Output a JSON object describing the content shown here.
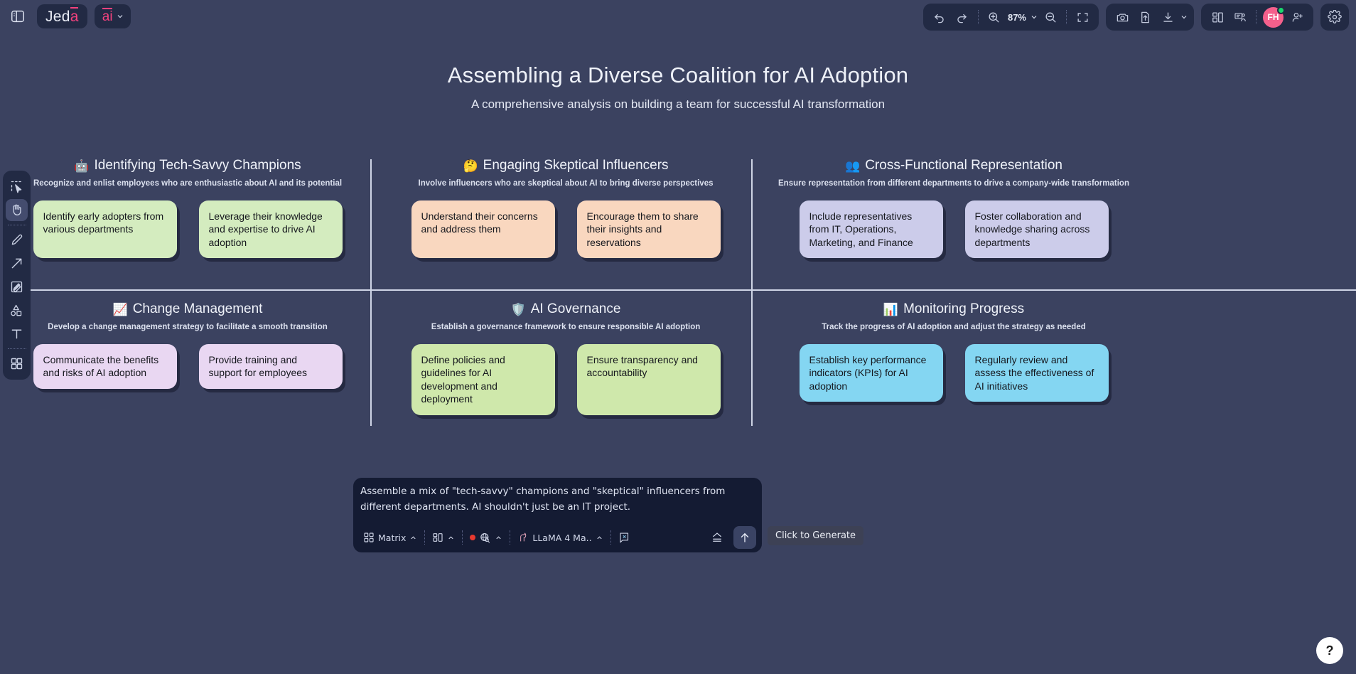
{
  "app": {
    "logo_prefix": "Jed",
    "logo_accent": "a",
    "ai_label": "ai"
  },
  "toolbar": {
    "undo": "undo-icon",
    "redo": "redo-icon",
    "zoom_in": "zoom-in-icon",
    "zoom_level": "87%",
    "zoom_out": "zoom-out-icon",
    "fit_screen": "fit-screen-icon",
    "camera": "camera-icon",
    "upload": "upload-file-icon",
    "download": "download-icon",
    "layout": "layout-icon",
    "present": "presentation-icon",
    "avatar_initials": "FH",
    "add_user": "add-user-icon",
    "settings": "gear-icon",
    "panel_toggle": "panel-toggle-icon"
  },
  "tools": [
    {
      "name": "select-tool",
      "active": false
    },
    {
      "name": "hand-tool",
      "active": true
    },
    {
      "name": "pen-tool",
      "active": false
    },
    {
      "name": "arrow-tool",
      "active": false
    },
    {
      "name": "sticky-note-tool",
      "active": false
    },
    {
      "name": "shapes-tool",
      "active": false
    },
    {
      "name": "text-tool",
      "active": false
    },
    {
      "name": "apps-tool",
      "active": false
    }
  ],
  "board": {
    "title": "Assembling a Diverse Coalition for AI Adoption",
    "subtitle": "A comprehensive analysis on building a team for successful AI transformation",
    "quadrants": [
      {
        "emoji": "🤖",
        "emoji_name": "robot-emoji",
        "title": "Identifying Tech-Savvy Champions",
        "subtitle": "Recognize and enlist employees who are enthusiastic about AI and its potential",
        "card_color": "#d4ecbf",
        "cards": [
          "Identify early adopters from various departments",
          "Leverage their knowledge and expertise to drive AI adoption"
        ]
      },
      {
        "emoji": "🤔",
        "emoji_name": "thinking-face-emoji",
        "title": "Engaging Skeptical Influencers",
        "subtitle": "Involve influencers who are skeptical about AI to bring diverse perspectives",
        "card_color": "#f9d7bf",
        "cards": [
          "Understand their concerns and address them",
          "Encourage them to share their insights and reservations"
        ]
      },
      {
        "emoji": "👥",
        "emoji_name": "people-emoji",
        "title": "Cross-Functional Representation",
        "subtitle": "Ensure representation from different departments to drive a company-wide transformation",
        "card_color": "#ccccea",
        "cards": [
          "Include representatives from IT, Operations, Marketing, and Finance",
          "Foster collaboration and knowledge sharing across departments"
        ]
      },
      {
        "emoji": "📈",
        "emoji_name": "chart-increasing-emoji",
        "title": "Change Management",
        "subtitle": "Develop a change management strategy to facilitate a smooth transition",
        "card_color": "#e9d7f2",
        "cards": [
          "Communicate the benefits and risks of AI adoption",
          "Provide training and support for employees"
        ]
      },
      {
        "emoji": "🛡️",
        "emoji_name": "shield-emoji",
        "title": "AI Governance",
        "subtitle": "Establish a governance framework to ensure responsible AI adoption",
        "card_color": "#cfe8ab",
        "cards": [
          "Define policies and guidelines for AI development and deployment",
          "Ensure transparency and accountability"
        ]
      },
      {
        "emoji": "📊",
        "emoji_name": "bar-chart-emoji",
        "title": "Monitoring Progress",
        "subtitle": "Track the progress of AI adoption and adjust the strategy as needed",
        "card_color": "#84d6f2",
        "cards": [
          "Establish key performance indicators (KPIs) for AI adoption",
          "Regularly review and assess the effectiveness of AI initiatives"
        ]
      }
    ]
  },
  "prompt": {
    "text": "Assemble a mix of \"tech-savvy\" champions and \"skeptical\" influencers from different departments. AI shouldn't just be an IT project.",
    "mode_label": "Matrix",
    "model_label": "LLaMA 4 Ma..",
    "layout_icon": "layout-select-icon",
    "web_icon": "web-search-icon",
    "image_icon": "image-attach-icon",
    "expand_icon": "expand-icon",
    "send_icon": "send-arrow-icon"
  },
  "tooltip": {
    "text": "Click to Generate"
  },
  "help": {
    "label": "?"
  },
  "colors": {
    "canvas_bg": "#3b4260",
    "chip_bg": "#222a44",
    "accent_pink": "#f5427e",
    "prompt_bg": "#141b33",
    "divider": "#cfd5e6"
  }
}
